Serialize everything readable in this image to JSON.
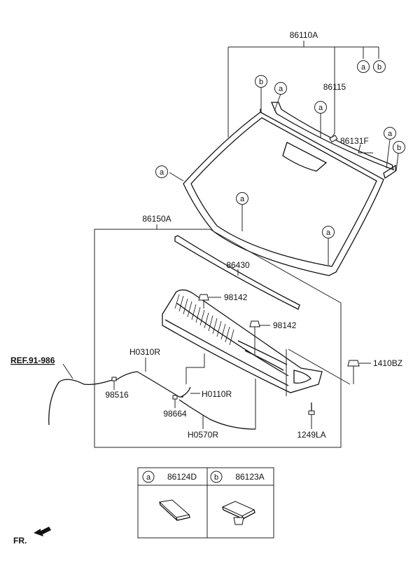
{
  "labels": {
    "windshield_assy": "86110A",
    "sensor_bracket": "86115",
    "moulding": "86131F",
    "cowl_assy": "86150A",
    "cowl_seal": "86430",
    "fastener_1": "98142",
    "fastener_2": "98142",
    "clip": "1410BZ",
    "hose_1": "H0310R",
    "hose_2": "H0110R",
    "hose_3": "H0570R",
    "nozzle_1": "98516",
    "nozzle_2": "98664",
    "bolt": "1249LA",
    "ref": "REF.91-986",
    "front": "FR."
  },
  "callouts": {
    "a": "a",
    "b": "b"
  },
  "legend": {
    "items": [
      {
        "letter": "a",
        "part": "86124D"
      },
      {
        "letter": "b",
        "part": "86123A"
      }
    ]
  }
}
